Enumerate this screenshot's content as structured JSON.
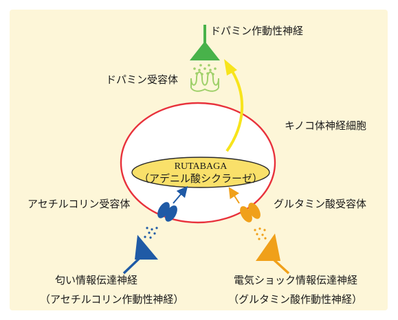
{
  "labels": {
    "dopamine_neuron": "ドパミン作動性神経",
    "dopamine_receptor": "ドパミン受容体",
    "kenyon_cell": "キノコ体神経細胞",
    "rutabaga": "RUTABAGA",
    "adenylate_cyclase": "（アデニル酸シクラーゼ）",
    "ach_receptor": "アセチルコリン受容体",
    "glu_receptor": "グルタミン酸受容体",
    "odor_neuron": "匂い情報伝達神経",
    "odor_neuron_type": "（アセチルコリン作動性神経）",
    "shock_neuron": "電気ショック情報伝達神経",
    "shock_neuron_type": "（グルタミン酸作動性神経）"
  },
  "colors": {
    "background": "#fdf6d8",
    "cell_outline": "#e8323c",
    "cell_fill": "#ffffff",
    "enzyme_fill": "#f9e06a",
    "enzyme_outline": "#2a2a2a",
    "dopamine": "#48b24a",
    "dopamine_receptor": "#9fd06a",
    "acetylcholine": "#1f5aa6",
    "glutamate": "#f0a01a",
    "signal_arrow": "#f7e41c"
  }
}
